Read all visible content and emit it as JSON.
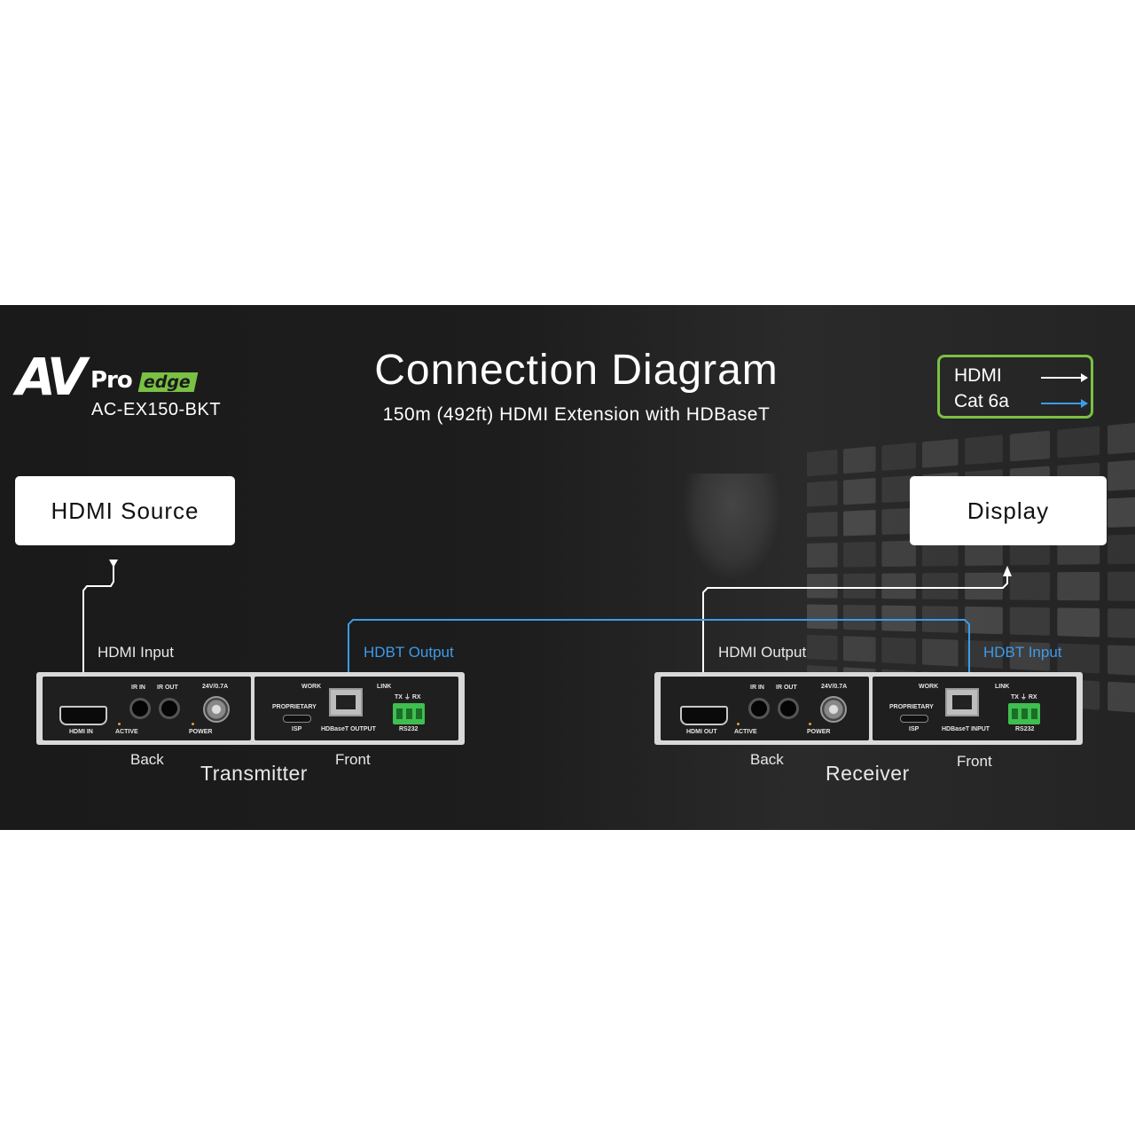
{
  "brand": {
    "logo_av": "AV",
    "logo_pro": "Pro",
    "logo_edge": "edge",
    "model": "AC-EX150-BKT"
  },
  "header": {
    "title": "Connection Diagram",
    "subtitle": "150m (492ft) HDMI Extension with HDBaseT"
  },
  "legend": {
    "border_color": "#7ac143",
    "items": [
      {
        "label": "HDMI",
        "color": "#ffffff"
      },
      {
        "label": "Cat 6a",
        "color": "#3d9be9"
      }
    ]
  },
  "nodes": {
    "source": "HDMI Source",
    "display": "Display"
  },
  "transmitter": {
    "name": "Transmitter",
    "hdmi_label": "HDMI Input",
    "hdbt_label": "HDBT Output",
    "back_label": "Back",
    "front_label": "Front",
    "back_panel": {
      "hdmi": "HDMI IN",
      "ir_in": "IR IN",
      "ir_out": "IR OUT",
      "power_rating": "24V/0.7A",
      "active": "ACTIVE",
      "power": "POWER"
    },
    "front_panel": {
      "work": "WORK",
      "link": "LINK",
      "proprietary": "PROPRIETARY",
      "isp": "ISP",
      "hdbaset": "HDBaseT OUTPUT",
      "rs232_pins": "TX ⏚ RX",
      "rs232": "RS232"
    }
  },
  "receiver": {
    "name": "Receiver",
    "hdmi_label": "HDMI Output",
    "hdbt_label": "HDBT Input",
    "back_label": "Back",
    "front_label": "Front",
    "back_panel": {
      "hdmi": "HDMI OUT",
      "ir_in": "IR IN",
      "ir_out": "IR OUT",
      "power_rating": "24V/0.7A",
      "active": "ACTIVE",
      "power": "POWER"
    },
    "front_panel": {
      "work": "WORK",
      "link": "LINK",
      "proprietary": "PROPRIETARY",
      "isp": "ISP",
      "hdbaset": "HDBaseT INPUT",
      "rs232_pins": "TX ⏚ RX",
      "rs232": "RS232"
    }
  },
  "colors": {
    "background": "#1c1c1c",
    "accent_green": "#7ac143",
    "cat6a_blue": "#3d9be9",
    "hdmi_white": "#ffffff"
  }
}
